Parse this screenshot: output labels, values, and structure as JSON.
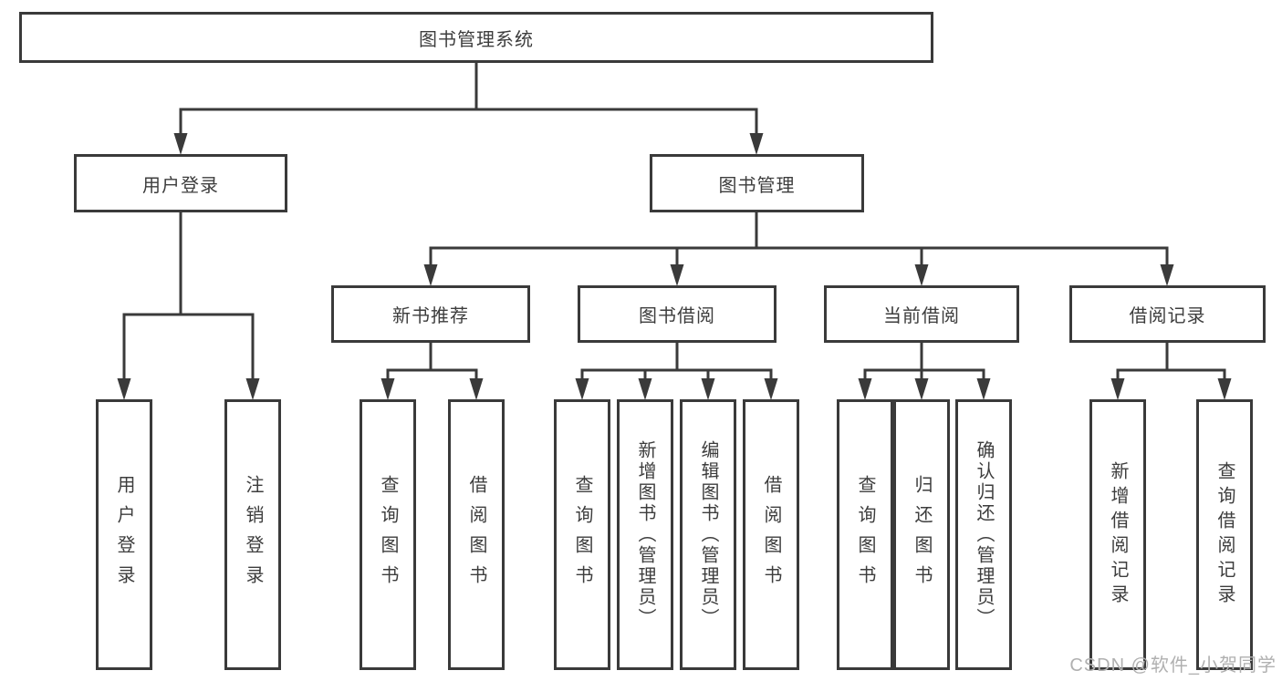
{
  "diagram": {
    "title": "图书管理系统",
    "nodes": [
      {
        "id": "library-system",
        "label": "图书管理系统"
      },
      {
        "id": "user-login",
        "label": "用户登录"
      },
      {
        "id": "book-management",
        "label": "图书管理"
      },
      {
        "id": "new-book-recommendation",
        "label": "新书推荐"
      },
      {
        "id": "book-borrowing",
        "label": "图书借阅"
      },
      {
        "id": "current-borrowing",
        "label": "当前借阅"
      },
      {
        "id": "borrowing-records",
        "label": "借阅记录"
      },
      {
        "id": "leaf-user-login",
        "label": "用户登录"
      },
      {
        "id": "leaf-logout",
        "label": "注销登录"
      },
      {
        "id": "leaf-query-books-1",
        "label": "查询图书"
      },
      {
        "id": "leaf-borrow-books-1",
        "label": "借阅图书"
      },
      {
        "id": "leaf-query-books-2",
        "label": "查询图书"
      },
      {
        "id": "leaf-add-books-admin",
        "label": "新增图书（管理员）"
      },
      {
        "id": "leaf-edit-books-admin",
        "label": "编辑图书（管理员）"
      },
      {
        "id": "leaf-borrow-books-2",
        "label": "借阅图书"
      },
      {
        "id": "leaf-query-books-3",
        "label": "查询图书"
      },
      {
        "id": "leaf-return-books",
        "label": "归还图书"
      },
      {
        "id": "leaf-confirm-return-admin",
        "label": "确认归还（管理员）"
      },
      {
        "id": "leaf-add-borrow-record",
        "label": "新增借阅记录"
      },
      {
        "id": "leaf-query-borrow-record",
        "label": "查询借阅记录"
      }
    ],
    "hierarchy": [
      {
        "parent": "library-system",
        "children": [
          "user-login",
          "book-management"
        ]
      },
      {
        "parent": "user-login",
        "children": [
          "leaf-user-login",
          "leaf-logout"
        ]
      },
      {
        "parent": "book-management",
        "children": [
          "new-book-recommendation",
          "book-borrowing",
          "current-borrowing",
          "borrowing-records"
        ]
      },
      {
        "parent": "new-book-recommendation",
        "children": [
          "leaf-query-books-1",
          "leaf-borrow-books-1"
        ]
      },
      {
        "parent": "book-borrowing",
        "children": [
          "leaf-query-books-2",
          "leaf-add-books-admin",
          "leaf-edit-books-admin",
          "leaf-borrow-books-2"
        ]
      },
      {
        "parent": "current-borrowing",
        "children": [
          "leaf-query-books-3",
          "leaf-return-books",
          "leaf-confirm-return-admin"
        ]
      },
      {
        "parent": "borrowing-records",
        "children": [
          "leaf-add-borrow-record",
          "leaf-query-borrow-record"
        ]
      }
    ]
  },
  "watermark": {
    "text": "CSDN @软件_小贺同学"
  },
  "colors": {
    "background": "#ffffff",
    "box_fill": "#ffffff",
    "box_border": "#3a3a3a",
    "line": "#3a3a3a",
    "text": "#3d3d3d",
    "watermark": "#b0b0b0"
  }
}
